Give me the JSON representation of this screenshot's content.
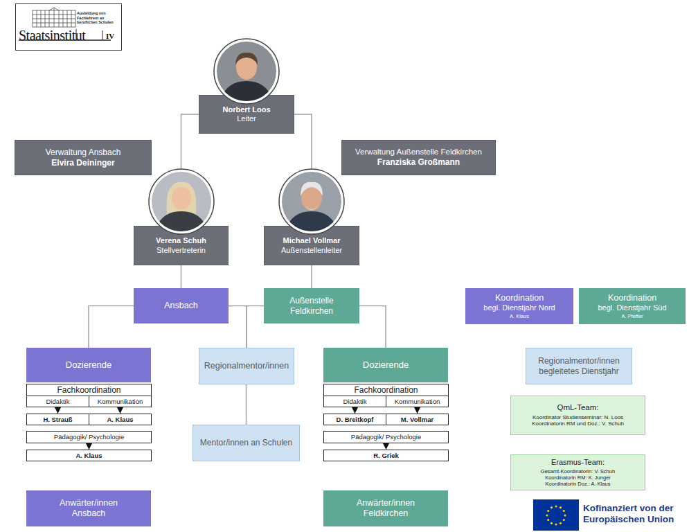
{
  "diagram": {
    "nodes": [
      {
        "text": [
          "Ausbildung von Fachlehrern an beruflichen Schulen",
          "Staatsinstitut",
          "IV"
        ]
      },
      {
        "text": [
          "Norbert Loos",
          "Leiter"
        ]
      },
      {
        "text": [
          "Verwaltung Ansbach",
          "Elvira Deininger"
        ]
      },
      {
        "text": [
          "Verwaltung Außenstelle Feldkirchen",
          "Franziska Großmann"
        ]
      },
      {
        "text": [
          "Verena Schuh",
          "Stellvertreterin"
        ]
      },
      {
        "text": [
          "Michael Vollmar",
          "Außenstellenleiter"
        ]
      },
      {
        "text": [
          "Ansbach"
        ]
      },
      {
        "text": [
          "Außenstelle Feldkirchen"
        ]
      },
      {
        "text": [
          "Koordination",
          "begl. Dienstjahr Nord",
          "A. Klaus"
        ]
      },
      {
        "text": [
          "Koordination",
          "begl. Dienstjahr Süd",
          "A. Pfeffer"
        ]
      },
      {
        "text": [
          "Dozierende"
        ]
      },
      {
        "text": [
          "Fachkoordination"
        ]
      },
      {
        "text": [
          "Didaktik"
        ]
      },
      {
        "text": [
          "Kommunikation"
        ]
      },
      {
        "text": [
          "H. Strauß"
        ]
      },
      {
        "text": [
          "A. Klaus"
        ]
      },
      {
        "text": [
          "Pädagogik/ Psychologie"
        ]
      },
      {
        "text": [
          "A. Klaus"
        ]
      },
      {
        "text": [
          "Regionalmentor/innen"
        ]
      },
      {
        "text": [
          "Mentor/innen an Schulen"
        ]
      },
      {
        "text": [
          "Dozierende"
        ]
      },
      {
        "text": [
          "Fachkoordination"
        ]
      },
      {
        "text": [
          "Didaktik"
        ]
      },
      {
        "text": [
          "Kommunikation"
        ]
      },
      {
        "text": [
          "D. Breitkopf"
        ]
      },
      {
        "text": [
          "M. Vollmar"
        ]
      },
      {
        "text": [
          "Pädagogik/ Psychologie"
        ]
      },
      {
        "text": [
          "R. Griek"
        ]
      },
      {
        "text": [
          "Regionalmentor/innen begleitetes Dienstjahr"
        ]
      },
      {
        "text": [
          "QmL-Team:",
          "Koordinator Studienseminar: N. Loos",
          "Koordinatorin RM und Doz.: V. Schuh"
        ]
      },
      {
        "text": [
          "Erasmus-Team:",
          "Gesamt-Koordinatorin: V. Schuh",
          "Koordinatorin RM: K. Junger",
          "Koordinatorin Doz.: A. Klaus"
        ]
      },
      {
        "text": [
          "Anwärter/innen Ansbach"
        ]
      },
      {
        "text": [
          "Anwärter/innen Feldkirchen"
        ]
      }
    ],
    "edges": [
      {
        "from": 1,
        "to": 4,
        "arrow": "none"
      },
      {
        "from": 1,
        "to": 5,
        "arrow": "none"
      },
      {
        "from": 4,
        "to": 6,
        "arrow": "none"
      },
      {
        "from": 5,
        "to": 7,
        "arrow": "none"
      },
      {
        "from": 6,
        "to": 10,
        "arrow": "none"
      },
      {
        "from": 6,
        "to": 18,
        "arrow": "none"
      },
      {
        "from": 7,
        "to": 18,
        "arrow": "none"
      },
      {
        "from": 7,
        "to": 20,
        "arrow": "none"
      },
      {
        "from": 18,
        "to": 19,
        "arrow": "none"
      },
      {
        "from": 12,
        "to": 14,
        "arrow": "to"
      },
      {
        "from": 13,
        "to": 15,
        "arrow": "to"
      },
      {
        "from": 16,
        "to": 17,
        "arrow": "to"
      },
      {
        "from": 22,
        "to": 24,
        "arrow": "to"
      },
      {
        "from": 23,
        "to": 25,
        "arrow": "to"
      },
      {
        "from": 26,
        "to": 27,
        "arrow": "to"
      }
    ],
    "labels": [
      "Kofinanziert von der Europäischen Union"
    ]
  }
}
